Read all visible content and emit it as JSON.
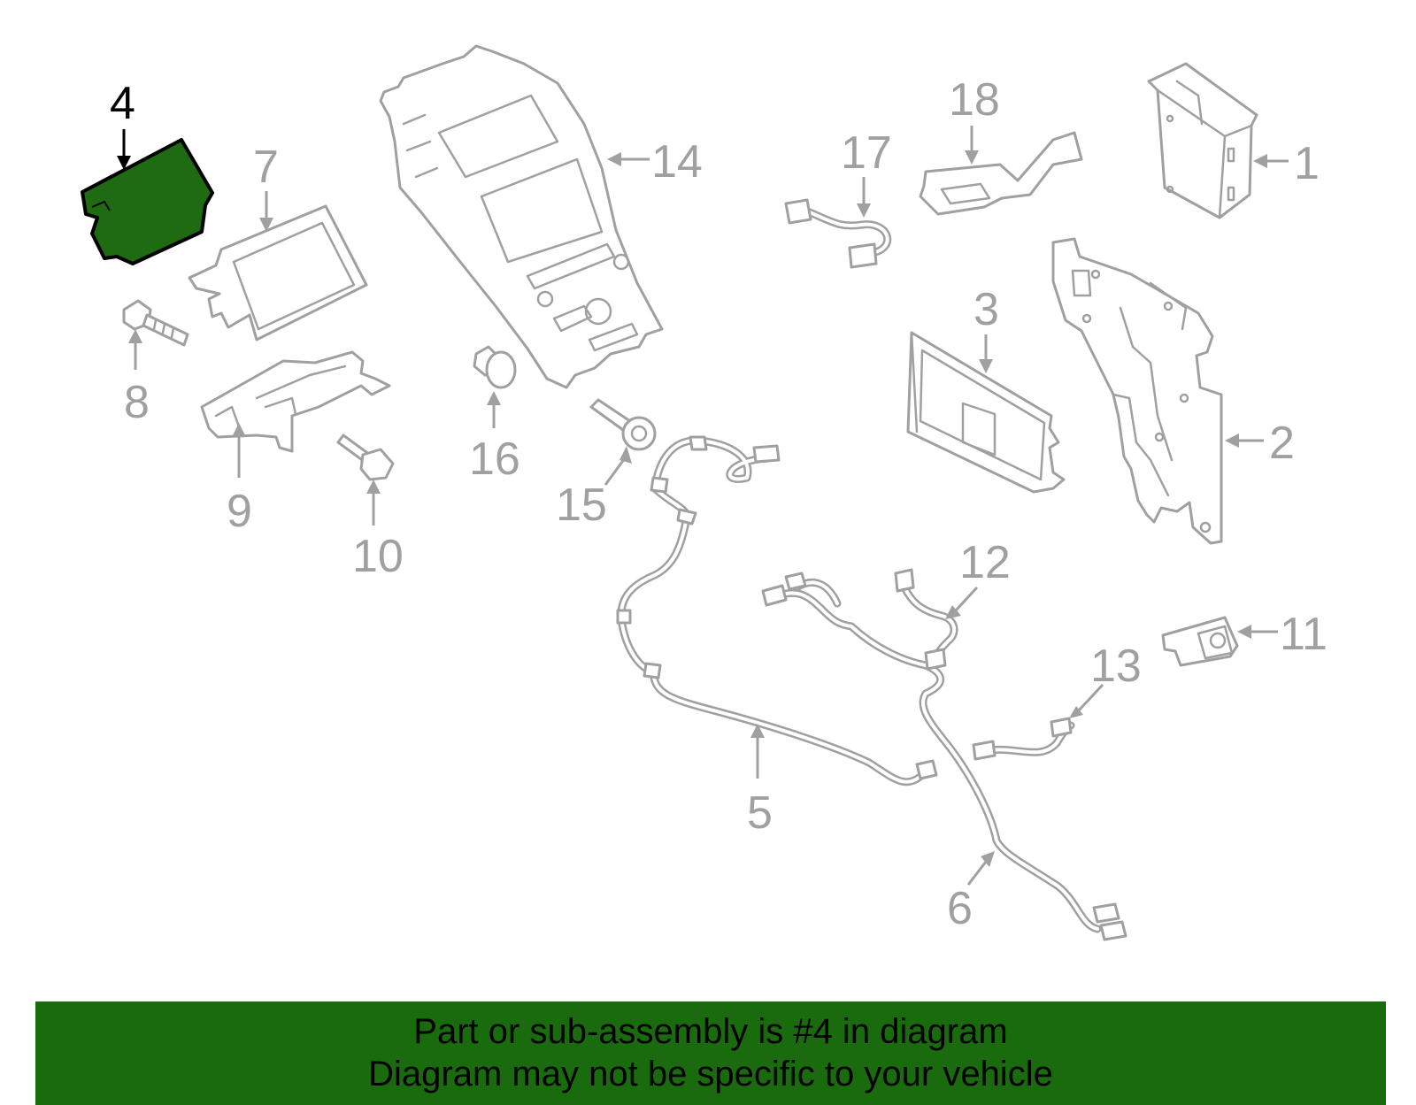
{
  "colors": {
    "highlight_fill": "#1f6b12",
    "banner_bg": "#1a6b0e",
    "part_stroke": "#a0a0a0",
    "highlight_label": "#000000"
  },
  "callouts": {
    "c1": "1",
    "c2": "2",
    "c3": "3",
    "c4": "4",
    "c5": "5",
    "c6": "6",
    "c7": "7",
    "c8": "8",
    "c9": "9",
    "c10": "10",
    "c11": "11",
    "c12": "12",
    "c13": "13",
    "c14": "14",
    "c15": "15",
    "c16": "16",
    "c17": "17",
    "c18": "18"
  },
  "highlighted_part": "4",
  "banner": {
    "line1": "Part or sub-assembly is #4 in diagram",
    "line2": "Diagram may not be specific to your vehicle"
  }
}
